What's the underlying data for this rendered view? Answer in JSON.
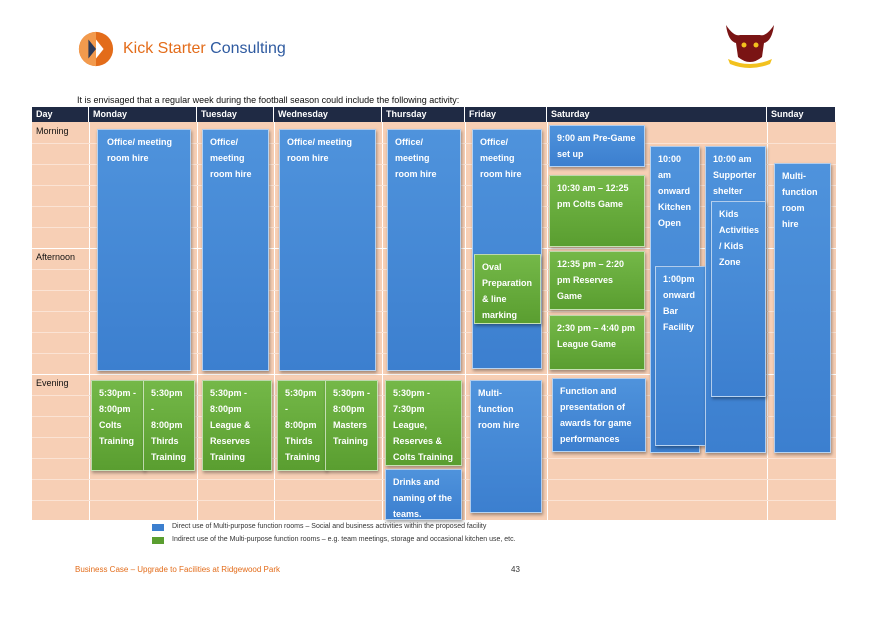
{
  "brand": {
    "part1": "Kick Starter ",
    "part2": "Consulting"
  },
  "intro": "It is envisaged that a regular week during the football season could include the following activity:",
  "headers": [
    "Day",
    "Monday",
    "Tuesday",
    "Wednesday",
    "Thursday",
    "Friday",
    "Saturday",
    "Sunday"
  ],
  "rows": [
    "Morning",
    "Afternoon",
    "Evening"
  ],
  "boxes": {
    "mon_office": "Office/ meeting room hire",
    "tue_office": "Office/ meeting room hire",
    "wed_office": "Office/ meeting room hire",
    "thu_office": "Office/ meeting room hire",
    "fri_office": "Office/ meeting room hire",
    "sat_pregame": "9:00 am Pre-Game set up",
    "sat_colts": "10:30 am – 12:25 pm Colts Game",
    "sat_reserves": "12:35 pm – 2:20 pm Reserves Game",
    "sat_league": "2:30 pm – 4:40 pm League Game",
    "sat_function": "Function and presentation of awards for game performances",
    "sat_kitchen": "10:00 am onward Kitchen Open",
    "sat_bar": "1:00pm onward Bar Facility",
    "sat_supporter": "10:00 am Supporter shelter",
    "sat_kids": "Kids Activities / Kids Zone",
    "sun_multi": "Multi-function room hire",
    "fri_oval": "Oval Preparation & line marking",
    "fri_multi": "Multi-function room hire",
    "mon_colts": "5:30pm - 8:00pm Colts Training",
    "mon_thirds": "5:30pm - 8:00pm Thirds Training",
    "tue_league": "5:30pm - 8:00pm League & Reserves Training",
    "wed_thirds": "5:30pm - 8:00pm Thirds Training",
    "wed_masters": "5:30pm - 8:00pm Masters Training",
    "thu_training": "5:30pm - 7:30pm League, Reserves & Colts Training",
    "thu_drinks": "Drinks and naming of the teams."
  },
  "legend": {
    "blue": "Direct use of Multi-purpose function rooms – Social and business activities within the proposed facility",
    "green": "Indirect use of the Multi-purpose function rooms – e.g. team meetings, storage and occasional kitchen use, etc."
  },
  "footer": "Business Case – Upgrade to Facilities at Ridgewood Park",
  "page_number": "43",
  "colors": {
    "blue": "#3c7fcf",
    "green": "#5a9e30",
    "header": "#1f2a44",
    "grid": "#f7cfb5",
    "accent": "#e36c1a"
  }
}
